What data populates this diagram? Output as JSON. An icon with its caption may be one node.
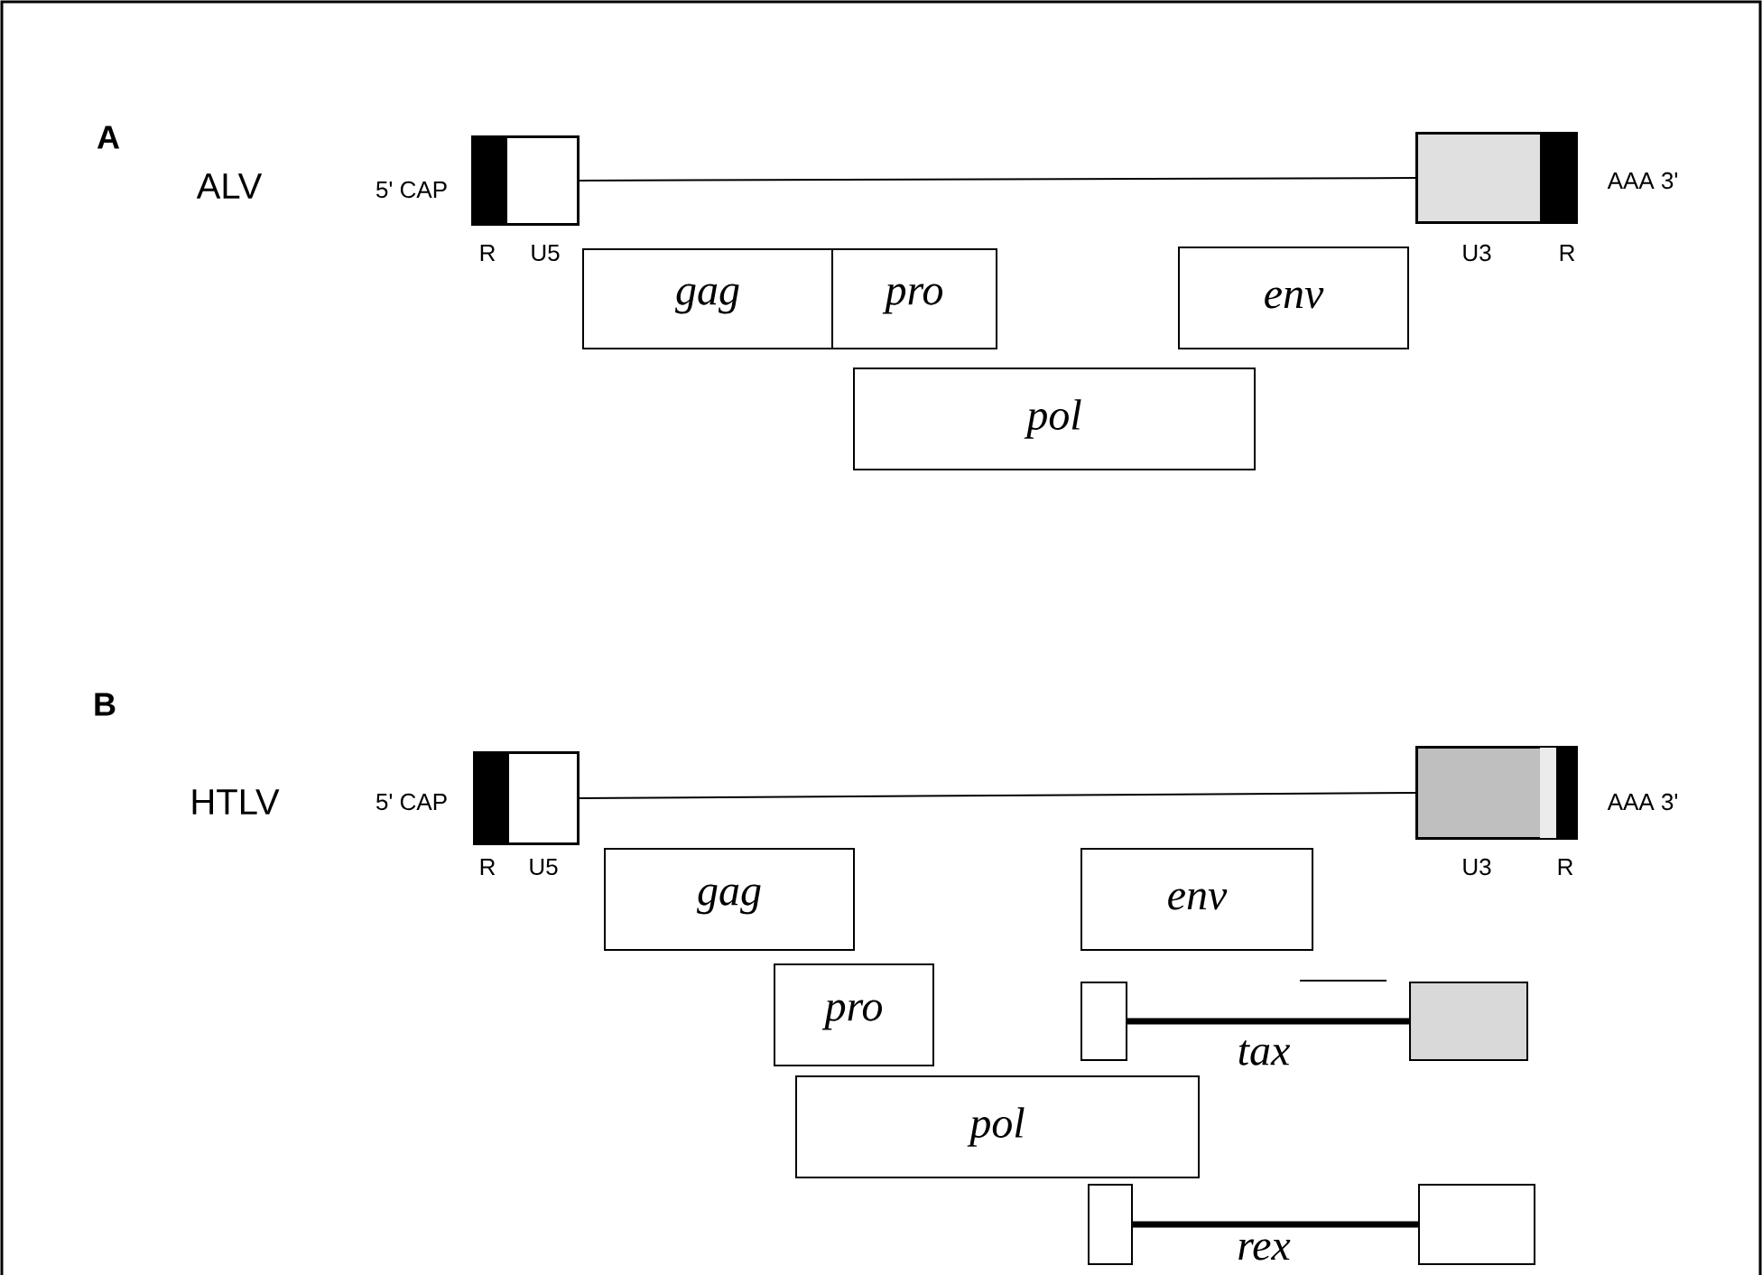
{
  "diagram": {
    "nodes": [
      {
        "text": [],
        "shape": "box",
        "beside": [
          "R",
          "U5"
        ]
      },
      {
        "text": [],
        "shape": "box",
        "beside": [
          "U3",
          "R"
        ]
      },
      {
        "text": [
          "gag"
        ]
      },
      {
        "text": [
          "pro"
        ]
      },
      {
        "text": [
          "env"
        ]
      },
      {
        "text": [
          "pol"
        ]
      },
      {
        "text": [],
        "shape": "box",
        "beside": [
          "R",
          "U5"
        ]
      },
      {
        "text": [],
        "shape": "box",
        "beside": [
          "U3",
          "R"
        ]
      },
      {
        "text": [
          "gag"
        ]
      },
      {
        "text": [
          "env"
        ]
      },
      {
        "text": [
          "pro"
        ]
      },
      {
        "text": [],
        "shape": "box"
      },
      {
        "text": [],
        "shape": "box"
      },
      {
        "text": [
          "pol"
        ]
      },
      {
        "text": [],
        "shape": "box"
      },
      {
        "text": [],
        "shape": "box"
      }
    ],
    "edges": [
      {
        "from": 0,
        "to": 1,
        "arrow": "none"
      },
      {
        "from": 6,
        "to": 7,
        "arrow": "none"
      },
      {
        "from": 11,
        "to": 12,
        "arrow": "none",
        "label": "tax",
        "style": "thick"
      },
      {
        "from": 14,
        "to": 15,
        "arrow": "none",
        "label": "rex",
        "style": "thick"
      }
    ],
    "labels": [
      "A",
      "ALV",
      "5' CAP",
      "AAA 3'",
      "B",
      "HTLV",
      "5' CAP",
      "AAA 3'"
    ]
  }
}
